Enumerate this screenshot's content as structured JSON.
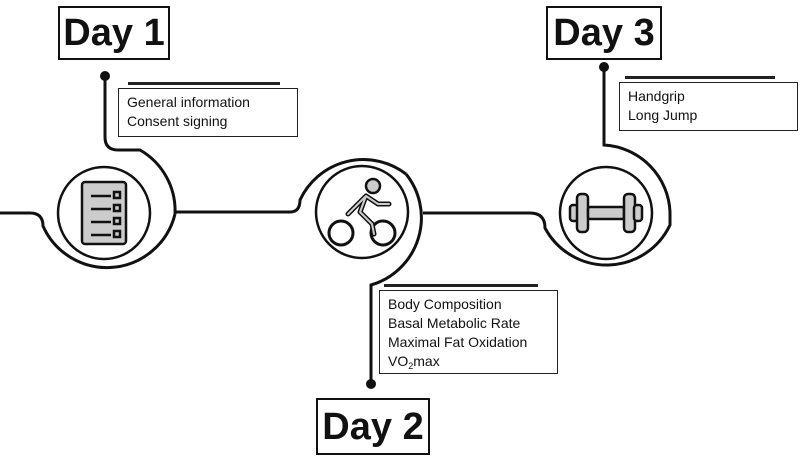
{
  "days": [
    {
      "label": "Day 1",
      "icon": "checklist-icon",
      "items": [
        "General information",
        "Consent signing"
      ]
    },
    {
      "label": "Day 2",
      "icon": "cyclist-icon",
      "items": [
        "Body Composition",
        "Basal Metabolic Rate",
        "Maximal Fat Oxidation"
      ],
      "vo2": {
        "prefix": "VO",
        "sub": "2",
        "suffix": "max"
      }
    },
    {
      "label": "Day 3",
      "icon": "dumbbell-icon",
      "items": [
        "Handgrip",
        "Long Jump"
      ]
    }
  ],
  "colors": {
    "line": "#111111",
    "icon_fill": "#cccccc",
    "background": "#ffffff"
  }
}
